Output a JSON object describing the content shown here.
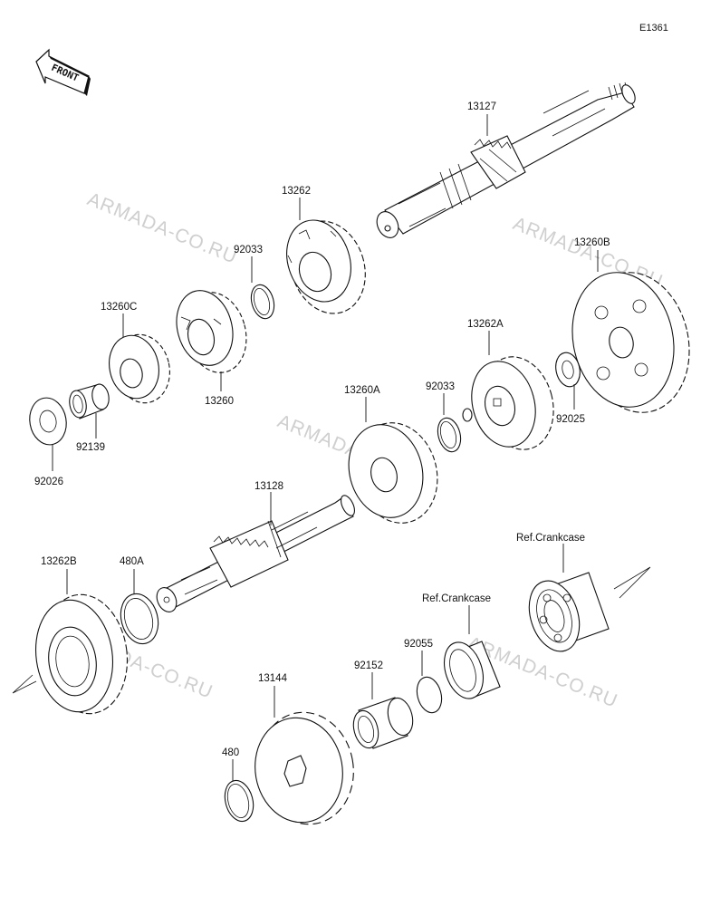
{
  "diagram_code": "E1361",
  "front_label": "FRONT",
  "watermarks": [
    "ARMADA-CO.RU",
    "ARMADA-CO.RU",
    "ARMADA-CO.RU",
    "ARMADA-CO.RU",
    "ARMADA-CO.RU"
  ],
  "parts": {
    "p13127": "13127",
    "p13262": "13262",
    "p92033_top": "92033",
    "p13260C": "13260C",
    "p13260": "13260",
    "p92139": "92139",
    "p92026": "92026",
    "p13262A": "13262A",
    "p92033_mid": "92033",
    "p13260B": "13260B",
    "p92025": "92025",
    "p13260A": "13260A",
    "p13128": "13128",
    "p13262B": "13262B",
    "p480A": "480A",
    "p13144": "13144",
    "p480": "480",
    "p92152": "92152",
    "p92055": "92055",
    "ref_crankcase_1": "Ref.Crankcase",
    "ref_crankcase_2": "Ref.Crankcase"
  }
}
